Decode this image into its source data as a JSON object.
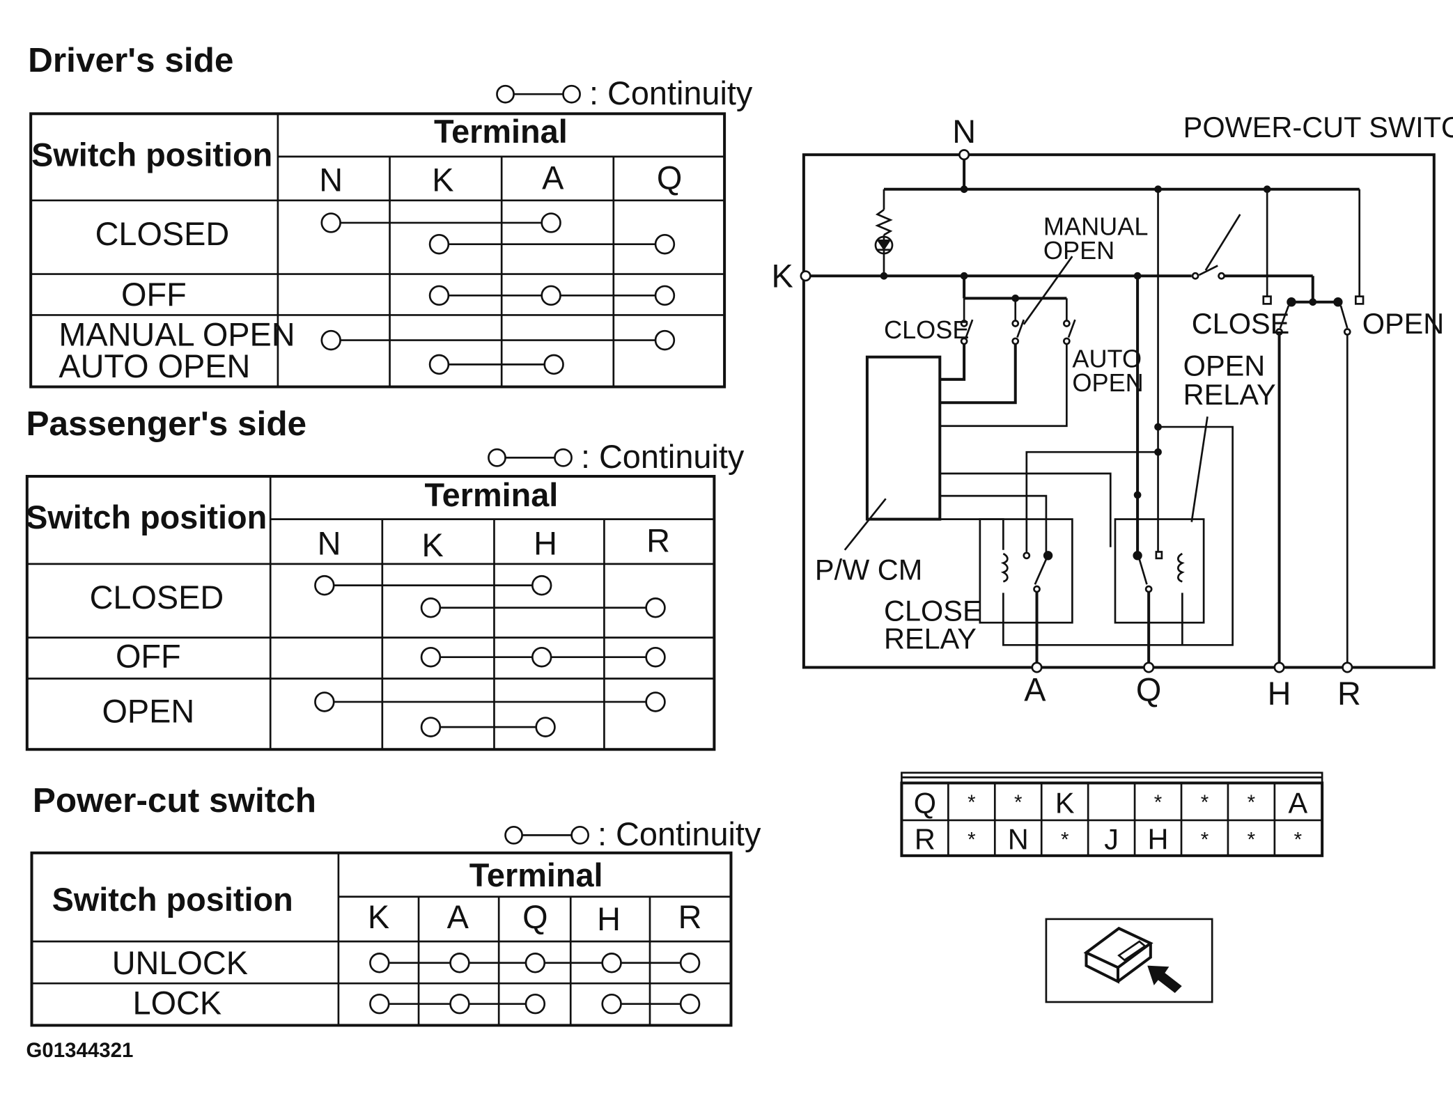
{
  "legend": {
    "continuity": ": Continuity"
  },
  "tables": {
    "driver": {
      "title": "Driver's side",
      "header_left": "Switch position",
      "header_group": "Terminal",
      "terminals": [
        "N",
        "K",
        "A",
        "Q"
      ],
      "rows": [
        "CLOSED",
        "OFF",
        "MANUAL OPEN",
        "AUTO OPEN"
      ]
    },
    "passenger": {
      "title": "Passenger's side",
      "header_left": "Switch position",
      "header_group": "Terminal",
      "terminals": [
        "N",
        "K",
        "H",
        "R"
      ],
      "rows": [
        "CLOSED",
        "OFF",
        "OPEN"
      ]
    },
    "powercut": {
      "title": "Power-cut switch",
      "header_left": "Switch position",
      "header_group": "Terminal",
      "terminals": [
        "K",
        "A",
        "Q",
        "H",
        "R"
      ],
      "rows": [
        "UNLOCK",
        "LOCK"
      ]
    }
  },
  "schematic": {
    "terminals": {
      "n": "N",
      "k": "K",
      "a": "A",
      "q": "Q",
      "h": "H",
      "r": "R"
    },
    "power_cut_switch": "POWER-CUT SWITCH",
    "manual_open": [
      "MANUAL",
      "OPEN"
    ],
    "close": "CLOSE",
    "auto_open": [
      "AUTO",
      "OPEN"
    ],
    "close_right": "CLOSE",
    "open_right": "OPEN",
    "open_relay": [
      "OPEN",
      "RELAY"
    ],
    "pw_cm": "P/W CM",
    "close_relay": [
      "CLOSE",
      "RELAY"
    ]
  },
  "connector": {
    "row1": [
      "Q",
      "*",
      "*",
      "K",
      "",
      "*",
      "*",
      "*",
      "A"
    ],
    "row2": [
      "R",
      "*",
      "N",
      "*",
      "J",
      "H",
      "*",
      "*",
      "*"
    ]
  },
  "figure_code": "G01344321"
}
